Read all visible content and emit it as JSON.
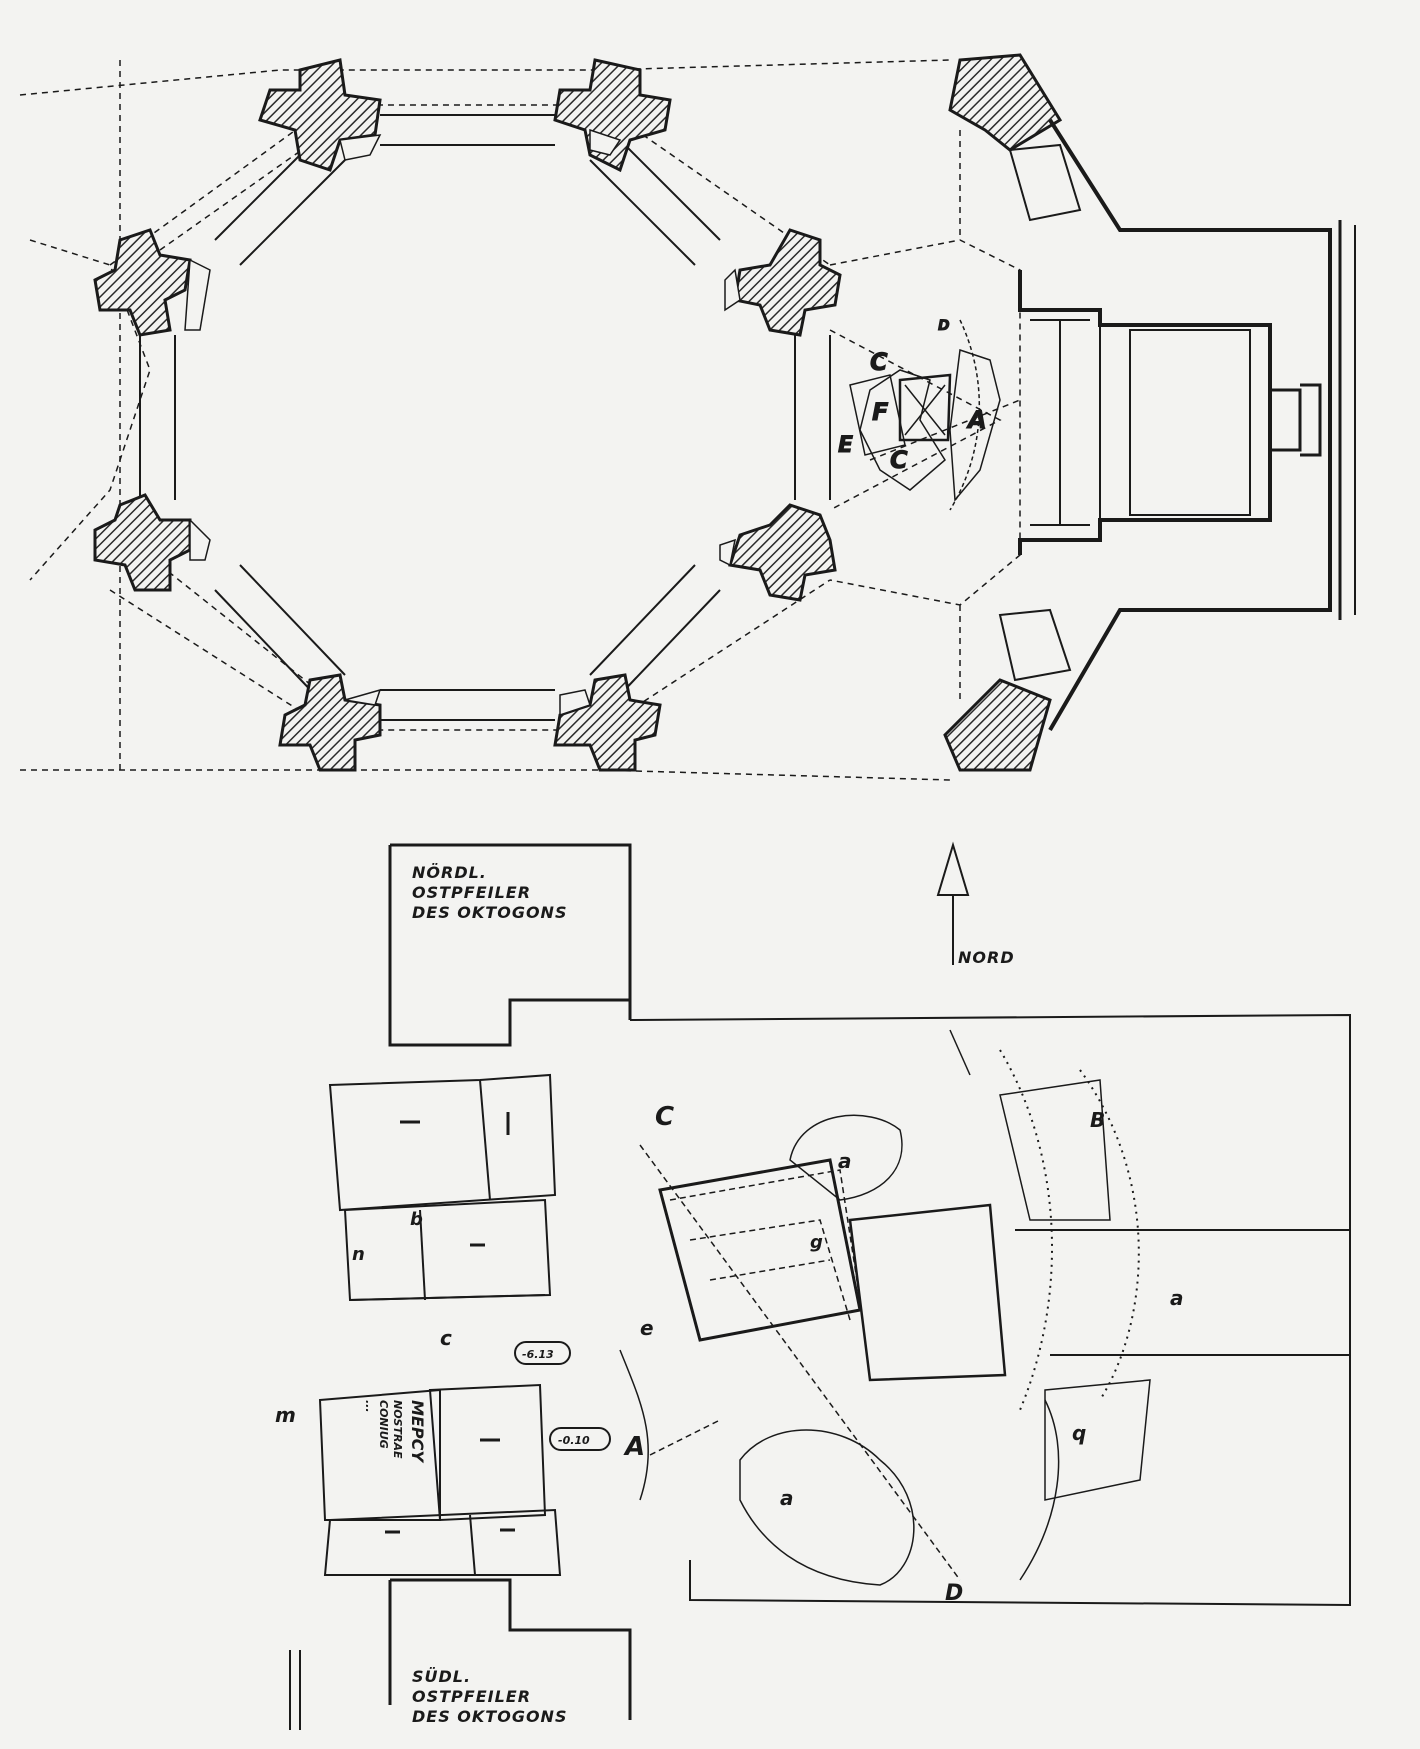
{
  "octagon_plan": {
    "letters": {
      "A": "A",
      "C_top": "C",
      "C_bottom": "C",
      "E": "E",
      "F": "F",
      "D": "D"
    }
  },
  "north_arrow": {
    "label": "NORD"
  },
  "detail_plan": {
    "north_pillar": [
      "NÖRDL.",
      "OSTPFEILER",
      "DES OKTOGONS"
    ],
    "south_pillar": [
      "SÜDL.",
      "OSTPFEILER",
      "DES OKTOGONS"
    ],
    "inscription": [
      "MEPCY",
      "NOSTRAE",
      "CONIUG",
      "..."
    ],
    "letters": {
      "B": "B",
      "C": "C",
      "A": "A",
      "D": "D",
      "a1": "a",
      "a2": "a",
      "a3": "a",
      "b": "b",
      "c": "c",
      "e": "e",
      "g": "g",
      "m": "m",
      "n": "n",
      "q": "q"
    },
    "level_marks": [
      "-6.13",
      "-0.10"
    ]
  },
  "colors": {
    "ink": "#1a1a1a",
    "paper": "#f3f3f1",
    "hatch": "#2a2a2a"
  }
}
